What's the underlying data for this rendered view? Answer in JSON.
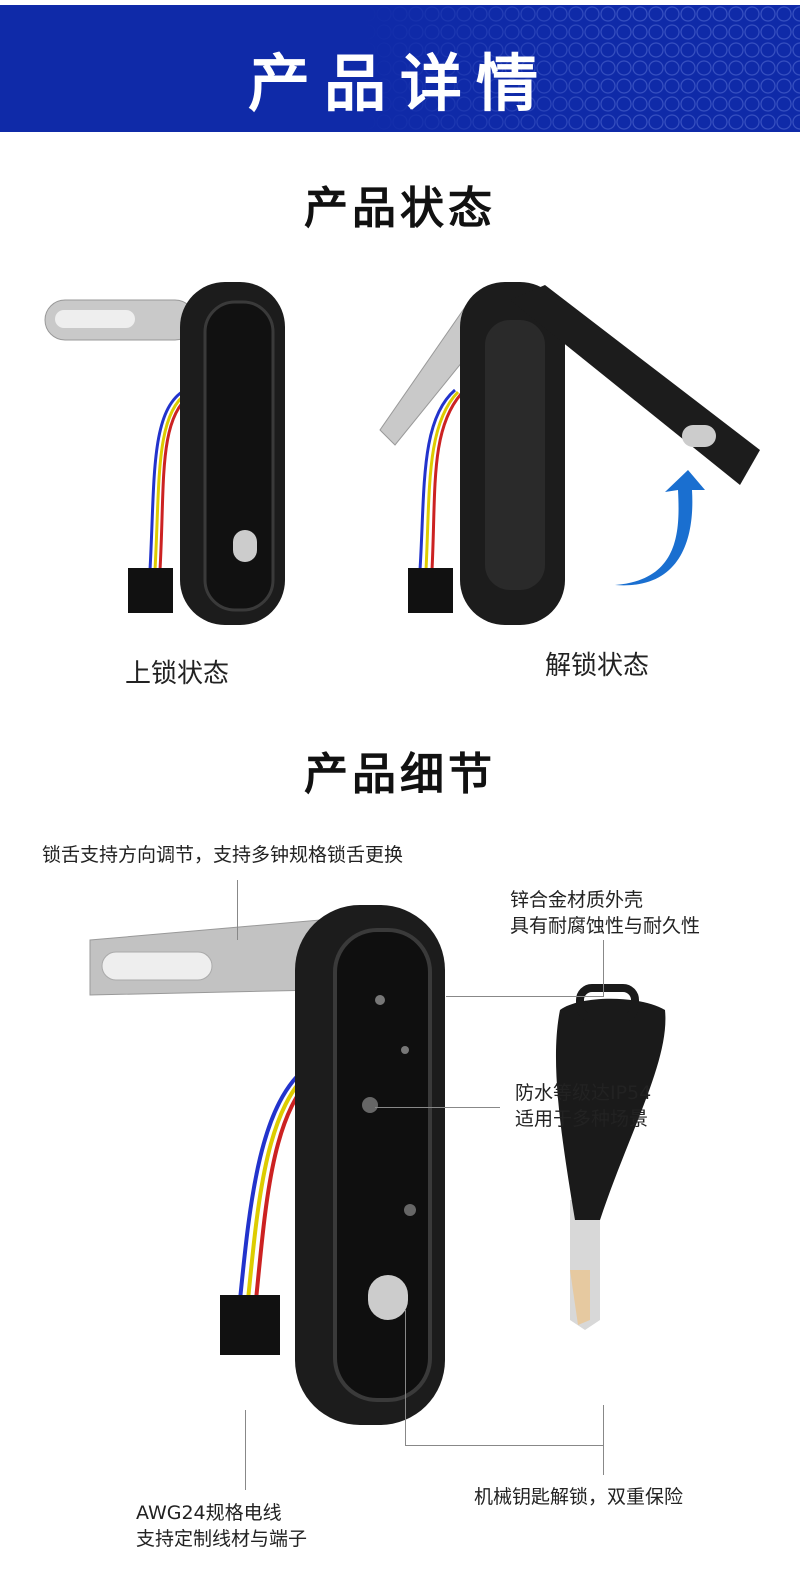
{
  "banner": {
    "title": "产品详情"
  },
  "status_section": {
    "title": "产品状态",
    "locked_label": "上锁状态",
    "unlocked_label": "解锁状态"
  },
  "detail_section": {
    "title": "产品细节",
    "callouts": {
      "tongue": "锁舌支持方向调节，支持多钟规格锁舌更换",
      "shell_1": "锌合金材质外壳",
      "shell_2": "具有耐腐蚀性与耐久性",
      "waterproof_1": "防水等级达IP54",
      "waterproof_2": "适用于多种场景",
      "key": "机械钥匙解锁，双重保险",
      "wire_1": "AWG24规格电线",
      "wire_2": "支持定制线材与端子"
    }
  },
  "colors": {
    "banner": "#0f2aa8",
    "lock_body": "#1c1c1c",
    "arrow": "#1a6fd0"
  }
}
